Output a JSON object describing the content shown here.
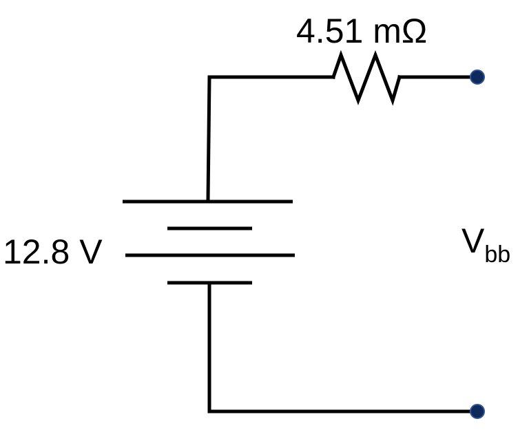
{
  "resistor": {
    "label": "4.51 mΩ"
  },
  "battery": {
    "label": "12.8 V"
  },
  "output": {
    "symbol": "V",
    "subscript": "bb"
  },
  "colors": {
    "wire": "#000000",
    "terminal_fill": "#0e2a5a",
    "terminal_stroke": "#2f5597"
  }
}
